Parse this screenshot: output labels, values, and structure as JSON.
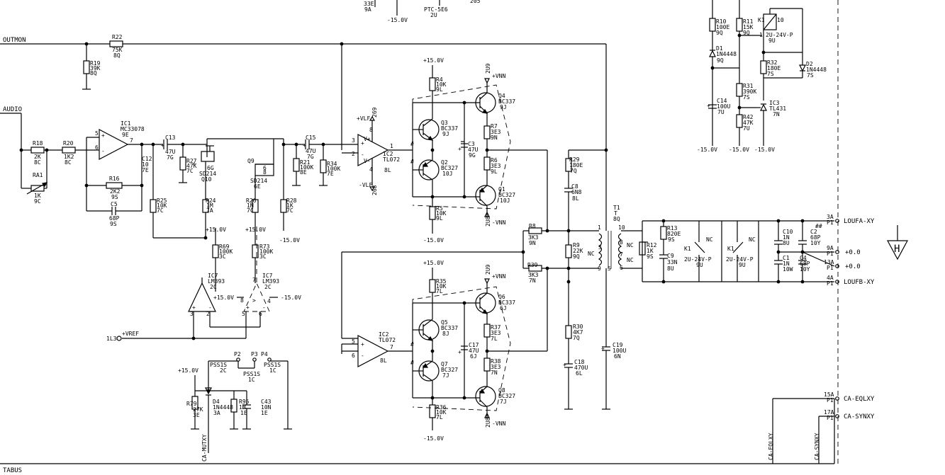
{
  "labels": {
    "top_frag": [
      "33E",
      "9A",
      "-15.0V",
      "PTC-5E6",
      "2U",
      "205"
    ],
    "outmon": "OUTMON",
    "audio": "AUDIO",
    "tabus": "TABUS",
    "r22": [
      "R22",
      "75K",
      "8Q"
    ],
    "r19": [
      "R19",
      "39K",
      "8Q"
    ],
    "r18": [
      "R18",
      "2K",
      "8C"
    ],
    "r20": [
      "R20",
      "1K2",
      "8C"
    ],
    "ra1": [
      "RA1",
      "1K",
      "9C"
    ],
    "ic1": [
      "IC1",
      "MC33078",
      "9E"
    ],
    "r16": [
      "R16",
      "2K2",
      "9S"
    ],
    "c5": [
      "C5",
      "68P",
      "9S"
    ],
    "c13": [
      "C13",
      "47U",
      "7G"
    ],
    "c12": [
      "C12",
      "10",
      "7E"
    ],
    "r27": [
      "R27",
      "47K",
      "7C"
    ],
    "q10": [
      "Q10",
      "SD214",
      "6G"
    ],
    "q9": [
      "Q9",
      "SD214",
      "6E"
    ],
    "c15": [
      "C15",
      "47U",
      "7G"
    ],
    "r21": [
      "R21",
      "100K",
      "8E"
    ],
    "r34": [
      "R34",
      "100K",
      "7E"
    ],
    "r25": [
      "R25",
      "10K",
      "7C"
    ],
    "r24": [
      "R24",
      "1M",
      "7A"
    ],
    "r26": [
      "R26",
      "1M",
      "7C"
    ],
    "r28": [
      "R28",
      "1K",
      "7C"
    ],
    "v15a": "+15.0V",
    "v15b": "+15.0V",
    "vm15a": "-15.0V",
    "r69": [
      "R69",
      "100K",
      "3C"
    ],
    "r73": [
      "R73",
      "100K",
      "3C"
    ],
    "ic7a": [
      "IC7",
      "LM393",
      "2C"
    ],
    "ic7b": [
      "IC7",
      "LM393",
      "2C"
    ],
    "ic7_sup": [
      "+15.0V",
      "-15.0V"
    ],
    "vref": "+VREF",
    "vref_ref": "1L3",
    "p2": [
      "P2",
      "PSS1S",
      "2C"
    ],
    "p3": [
      "P3",
      "PSS1S",
      "1C"
    ],
    "p4": [
      "P4",
      "PSS1S",
      "1C"
    ],
    "v15c": "+15.0V",
    "r79": [
      "R79",
      "27K",
      "3E"
    ],
    "d4": [
      "D4",
      "1N4448",
      "3A"
    ],
    "r95": [
      "R95",
      "1M",
      "1E"
    ],
    "c43": [
      "C43",
      "10N",
      "1E"
    ],
    "camutxy": "CA-MUTXY",
    "vlf_p": "+VLF",
    "vlf_m": "-VLF",
    "vlf_pn": "269",
    "vlf_mn": "268",
    "ic2a": [
      "IC2",
      "TL072",
      "8L"
    ],
    "ic2b": [
      "IC2",
      "TL072",
      "8L"
    ],
    "v15_u": "+15.0V",
    "vm15_u": "-15.0V",
    "v15_l": "+15.0V",
    "vm15_l": "-15.0V",
    "r4": [
      "R4",
      "10K",
      "9L"
    ],
    "r5": [
      "R5",
      "10K",
      "9L"
    ],
    "q3": [
      "Q3",
      "BC337",
      "9J"
    ],
    "q2": [
      "Q2",
      "BC327",
      "10J"
    ],
    "q4": [
      "Q4",
      "BC337",
      "9J"
    ],
    "q1": [
      "Q1",
      "BC327",
      "10J"
    ],
    "r7": [
      "R7",
      "3E3",
      "9N"
    ],
    "r6": [
      "R6",
      "3E3",
      "9L"
    ],
    "c3": [
      "C3",
      "47U",
      "9G"
    ],
    "vnn_p1": "+VNN",
    "vnn_m1": "-VNN",
    "vnn_pn1": "2U9",
    "vnn_mn1": "2U8",
    "r35": [
      "R35",
      "10K",
      "7L"
    ],
    "r36": [
      "R36",
      "10K",
      "7L"
    ],
    "q5": [
      "Q5",
      "BC337",
      "8J"
    ],
    "q7": [
      "Q7",
      "BC327",
      "7J"
    ],
    "q6": [
      "Q6",
      "BC337",
      "6J"
    ],
    "q8": [
      "Q8",
      "BC327",
      "7J"
    ],
    "r37": [
      "R37",
      "3E3",
      "7L"
    ],
    "r38": [
      "R38",
      "3E3",
      "7N"
    ],
    "c17": [
      "C17",
      "47U",
      "6J"
    ],
    "vnn_p2": "+VNN",
    "vnn_m2": "-VNN",
    "vnn_pn2": "2U9",
    "vnn_mn2": "2U8",
    "r8": [
      "R8",
      "3K3",
      "9N"
    ],
    "r39": [
      "R39",
      "3K3",
      "7N"
    ],
    "r29": [
      "R29",
      "180E",
      "7Q"
    ],
    "c8": [
      "C8",
      "6N8",
      "8L"
    ],
    "r9": [
      "R9",
      "22K",
      "9Q"
    ],
    "r30": [
      "R30",
      "4K7",
      "7Q"
    ],
    "c18": [
      "C18",
      "470U",
      "6L"
    ],
    "c19": [
      "C19",
      "100U",
      "6N"
    ],
    "t1": [
      "T1",
      "T",
      "8Q"
    ],
    "nc": "NC",
    "pins_left": [
      "1",
      "3",
      "9"
    ],
    "pins_right": [
      "10",
      "8",
      "7",
      "6",
      "5"
    ],
    "r12": [
      "R12",
      "1K",
      "9S"
    ],
    "r13": [
      "R13",
      "820E",
      "9S"
    ],
    "c9": [
      "C9",
      "33N",
      "8U"
    ],
    "k1a": [
      "K1",
      "2U-24V-P",
      "9U"
    ],
    "k1b": [
      "K1",
      "2U-24V-P",
      "9U"
    ],
    "c10": [
      "C10",
      "1N",
      "8U"
    ],
    "c2": [
      "C2",
      "68P",
      "10Y"
    ],
    "c1": [
      "C1",
      "1N",
      "10W"
    ],
    "c4": [
      "C4",
      "68P",
      "10Y"
    ],
    "r10": [
      "R10",
      "100E",
      "9Q"
    ],
    "d1": [
      "D1",
      "1N4448",
      "9Q"
    ],
    "r11": [
      "R11",
      "15K",
      "9Q"
    ],
    "r31": [
      "R31",
      "390K",
      "7S"
    ],
    "r42": [
      "R42",
      "47K",
      "7U"
    ],
    "c14": [
      "C14",
      "100U",
      "7U"
    ],
    "k1c": [
      "K1",
      "10",
      "1",
      "2U-24V-P",
      "9U"
    ],
    "r32": [
      "R32",
      "180E",
      "7S"
    ],
    "d2": [
      "D2",
      "1N4448",
      "7S"
    ],
    "ic3": [
      "IC3",
      "TL431",
      "7N"
    ],
    "vm15_row": [
      "-15.0V",
      "-15.0V",
      "-15.0V"
    ],
    "out_loufa": [
      "3A",
      "P1",
      "LOUFA-XY"
    ],
    "out_p9a": [
      "9A",
      "P1",
      "+0.0"
    ],
    "out_p13a": [
      "13A",
      "P1",
      "+0.0"
    ],
    "out_loufb": [
      "4A",
      "P1",
      "LOUFB-XY"
    ],
    "out_eqlxy": [
      "15A",
      "P1",
      "CA-EQLXY"
    ],
    "out_synxy": [
      "17A",
      "P1",
      "CA-SYNXY"
    ],
    "caeqlxy_v": "CA-EQLXY",
    "casynxy_v": "CA-SYNXY",
    "hash": "##",
    "gnd_letter": "H"
  }
}
